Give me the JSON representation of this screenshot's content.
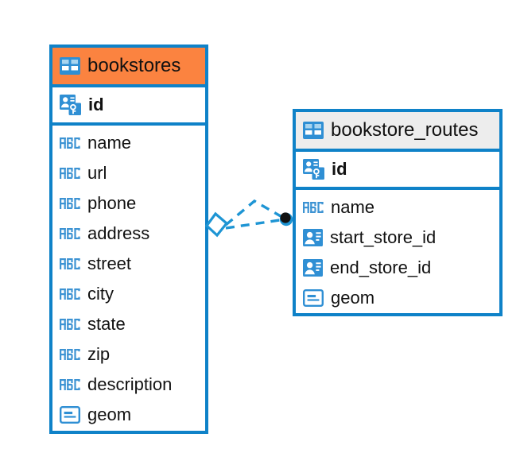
{
  "diagram": {
    "type": "entity-relationship-diagram",
    "background": "#ffffff",
    "colors": {
      "border_blue": "#0f82c8",
      "header_orange": "#fb8340",
      "header_grey": "#ededed",
      "icon_blue": "#2f8fd4",
      "text": "#111111",
      "connector_blue": "#1e95d4",
      "connector_endpoint_dark": "#111111"
    },
    "entities": [
      {
        "id": "bookstores",
        "name": "bookstores",
        "header_style": "accent-orange",
        "header_icon": "table-icon",
        "primary_key": {
          "name": "id",
          "icon": "primary-key-icon"
        },
        "fields": [
          {
            "name": "name",
            "icon": "text-type-icon"
          },
          {
            "name": "url",
            "icon": "text-type-icon"
          },
          {
            "name": "phone",
            "icon": "text-type-icon"
          },
          {
            "name": "address",
            "icon": "text-type-icon"
          },
          {
            "name": "street",
            "icon": "text-type-icon"
          },
          {
            "name": "city",
            "icon": "text-type-icon"
          },
          {
            "name": "state",
            "icon": "text-type-icon"
          },
          {
            "name": "zip",
            "icon": "text-type-icon"
          },
          {
            "name": "description",
            "icon": "text-type-icon"
          },
          {
            "name": "geom",
            "icon": "geometry-type-icon"
          }
        ]
      },
      {
        "id": "bookstore_routes",
        "name": "bookstore_routes",
        "header_style": "accent-grey",
        "header_icon": "table-icon",
        "primary_key": {
          "name": "id",
          "icon": "primary-key-icon"
        },
        "fields": [
          {
            "name": "name",
            "icon": "text-type-icon"
          },
          {
            "name": "start_store_id",
            "icon": "foreign-key-icon"
          },
          {
            "name": "end_store_id",
            "icon": "foreign-key-icon"
          },
          {
            "name": "geom",
            "icon": "geometry-type-icon"
          }
        ]
      }
    ],
    "relationship": {
      "source_entity": "bookstores",
      "target_entity": "bookstore_routes",
      "source_endpoint": "diamond-marker",
      "target_endpoint": "filled-circle-marker",
      "line_style": "dashed"
    }
  }
}
